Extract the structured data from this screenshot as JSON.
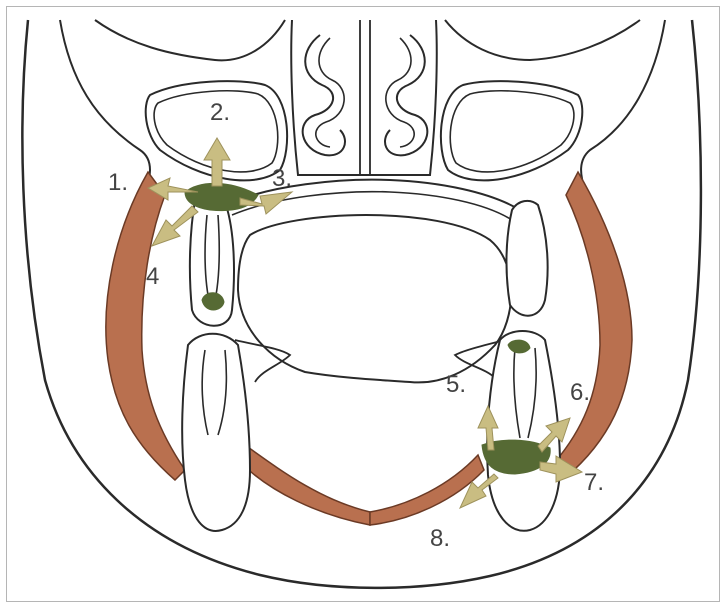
{
  "colors": {
    "line": "#2a2a2a",
    "muscle": "#b9704f",
    "muscle_stroke": "#6b3a25",
    "infection": "#566a34",
    "arrow": "#c9bd82",
    "arrow_stroke": "#9e925c",
    "background": "#ffffff"
  },
  "labels": [
    "1.",
    "2.",
    "3.",
    "4",
    "5.",
    "6.",
    "7.",
    "8."
  ]
}
